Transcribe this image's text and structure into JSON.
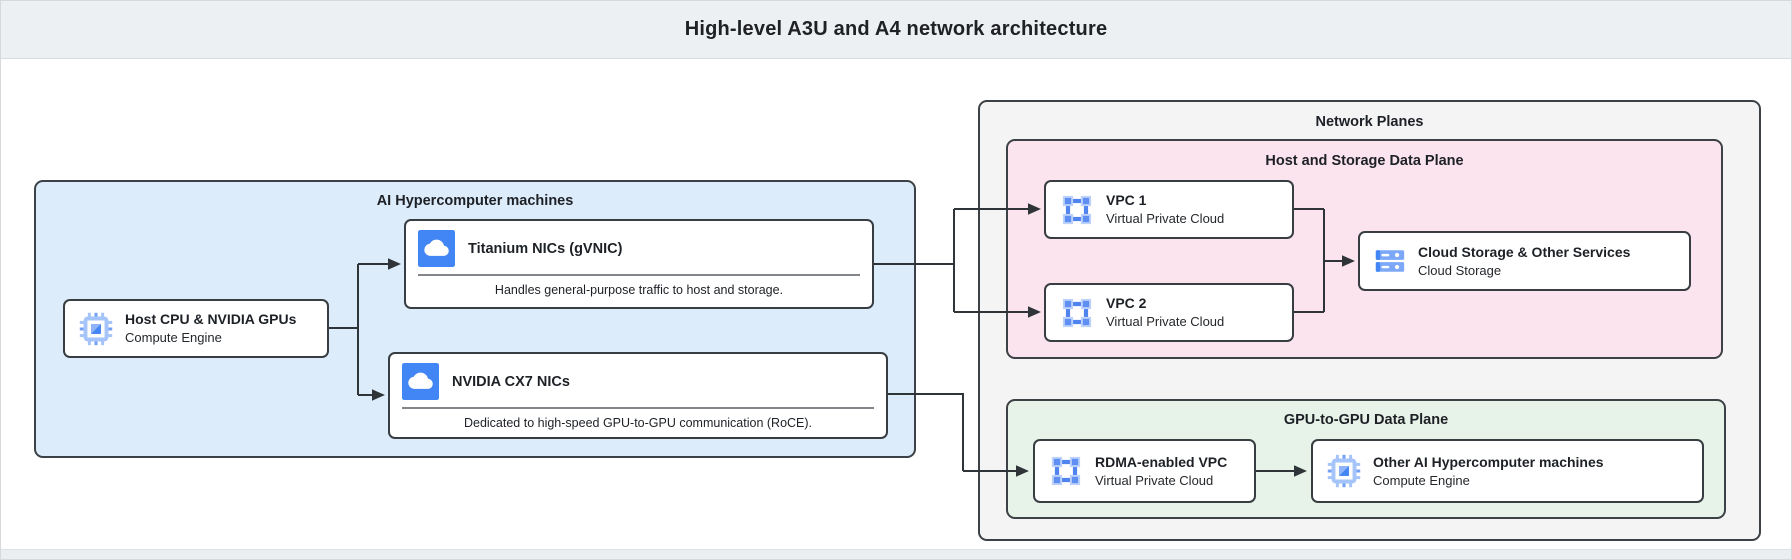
{
  "header": {
    "title": "High-level A3U and A4 network architecture"
  },
  "diagram": {
    "machines_group": {
      "title": "AI Hypercomputer machines",
      "host_node": {
        "title": "Host CPU & NVIDIA GPUs",
        "subtitle": "Compute Engine",
        "icon": "compute-engine-icon"
      },
      "titanium_node": {
        "title": "Titanium NICs (gVNIC)",
        "description": "Handles general-purpose traffic to host and storage.",
        "icon": "cloud-icon"
      },
      "cx7_node": {
        "title": "NVIDIA CX7 NICs",
        "description": "Dedicated to high-speed GPU-to-GPU communication (RoCE).",
        "icon": "cloud-icon"
      }
    },
    "network_planes_group": {
      "title": "Network Planes",
      "host_storage_plane": {
        "title": "Host and Storage Data Plane",
        "vpc1_node": {
          "title": "VPC 1",
          "subtitle": "Virtual Private Cloud",
          "icon": "vpc-icon"
        },
        "vpc2_node": {
          "title": "VPC 2",
          "subtitle": "Virtual Private Cloud",
          "icon": "vpc-icon"
        },
        "storage_node": {
          "title": "Cloud Storage & Other Services",
          "subtitle": "Cloud Storage",
          "icon": "cloud-storage-icon"
        }
      },
      "gpu_plane": {
        "title": "GPU-to-GPU Data Plane",
        "rdma_node": {
          "title": "RDMA-enabled VPC",
          "subtitle": "Virtual Private Cloud",
          "icon": "vpc-icon"
        },
        "other_machines_node": {
          "title": "Other AI Hypercomputer machines",
          "subtitle": "Compute Engine",
          "icon": "compute-engine-icon"
        }
      }
    },
    "connections": [
      {
        "from": "host_node",
        "to": "titanium_node"
      },
      {
        "from": "host_node",
        "to": "cx7_node"
      },
      {
        "from": "titanium_node",
        "to": "vpc1_node"
      },
      {
        "from": "titanium_node",
        "to": "vpc2_node"
      },
      {
        "from": "vpc1_node",
        "to": "storage_node"
      },
      {
        "from": "vpc2_node",
        "to": "storage_node"
      },
      {
        "from": "cx7_node",
        "to": "rdma_node"
      },
      {
        "from": "rdma_node",
        "to": "other_machines_node"
      }
    ]
  },
  "colors": {
    "accent_blue": "#4285f4",
    "machines_fill": "#ddecfb",
    "host_storage_plane_fill": "#fbe4ee",
    "gpu_plane_fill": "#e7f3e9",
    "network_planes_fill": "#f4f4f5",
    "header_fill": "#edf0f2",
    "connector": "#2f3438",
    "border": "#3c4145"
  }
}
